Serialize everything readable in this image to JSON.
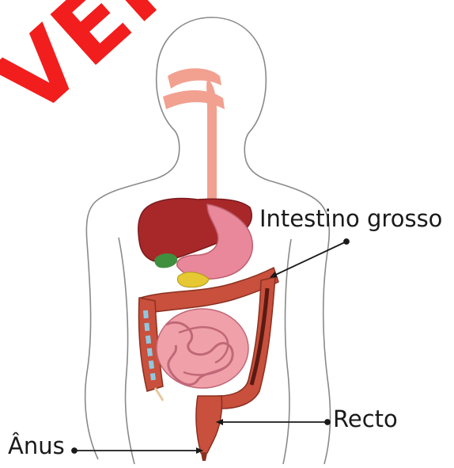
{
  "labels": {
    "large_intestine": "Intestino grosso",
    "rectum": "Recto",
    "anus": "Ânus"
  },
  "watermark": {
    "text": "VENDA"
  },
  "colors": {
    "outline": "#8a8a8a",
    "esophagus": "#f2a090",
    "liver": "#a8282a",
    "stomach": "#e8889a",
    "gallbladder": "#3f8f3f",
    "pancreas": "#e6c832",
    "colon": "#c8503c",
    "small_intestine": "#f0a0a8",
    "watermark": "#f21d1d",
    "pointer": "#1a1a1a"
  }
}
